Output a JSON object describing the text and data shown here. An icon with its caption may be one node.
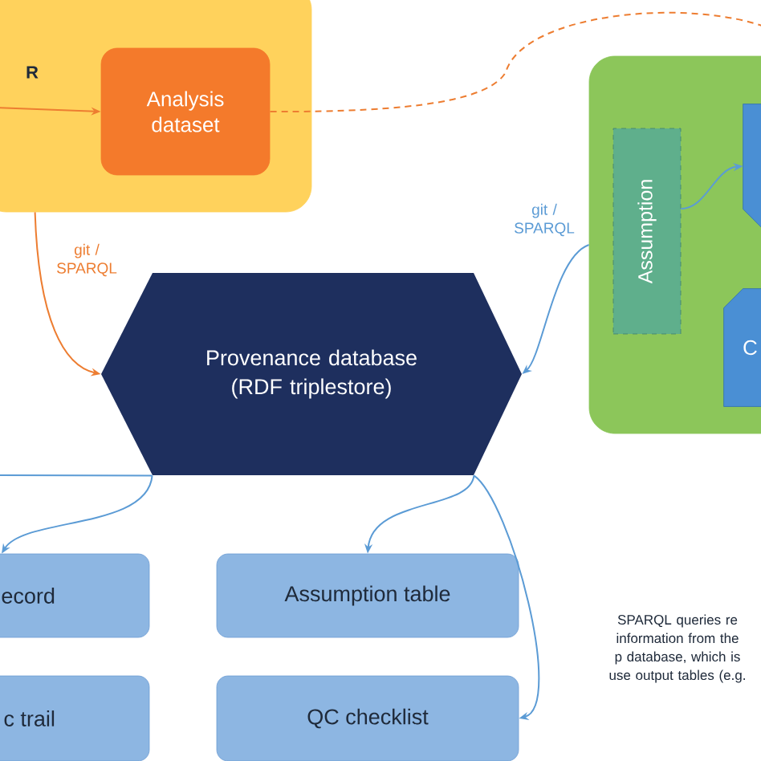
{
  "diagram": {
    "nodes": [
      {
        "text": [],
        "shape": "box"
      },
      {
        "text": [
          "Analysis dataset"
        ],
        "in": 0
      },
      {
        "text": [],
        "shape": "box"
      },
      {
        "text": [
          "Assumption"
        ],
        "in": 2
      },
      {
        "text": [],
        "shape": "box",
        "in": 2
      },
      {
        "text": [
          "C"
        ],
        "in": 2
      },
      {
        "text": [
          "Provenance database (RDF triplestore)"
        ]
      },
      {
        "text": [
          "ecord"
        ]
      },
      {
        "text": [
          "c trail"
        ]
      },
      {
        "text": [
          "Assumption table"
        ]
      },
      {
        "text": [
          "QC checklist"
        ]
      }
    ],
    "edges": [
      {
        "from": null,
        "to": 1,
        "arrow": "to",
        "label": "R",
        "color": "#ed7d31"
      },
      {
        "from": 1,
        "to": null,
        "arrow": "none",
        "style": "dashed",
        "color": "#ed7d31"
      },
      {
        "from": 0,
        "to": 6,
        "arrow": "to",
        "label": "git / SPARQL",
        "color": "#ed7d31"
      },
      {
        "from": 2,
        "to": 6,
        "arrow": "to",
        "label": "git / SPARQL"
      },
      {
        "from": 3,
        "to": 4,
        "arrow": "to"
      },
      {
        "from": 6,
        "to": null,
        "arrow": "none"
      },
      {
        "from": 6,
        "to": 7,
        "arrow": "to"
      },
      {
        "from": 6,
        "to": 9,
        "arrow": "to"
      },
      {
        "from": 6,
        "to": 10,
        "arrow": "to"
      }
    ],
    "labels": [
      "SPARQL queries re information from the p database, which is use output tables (e.g."
    ]
  }
}
